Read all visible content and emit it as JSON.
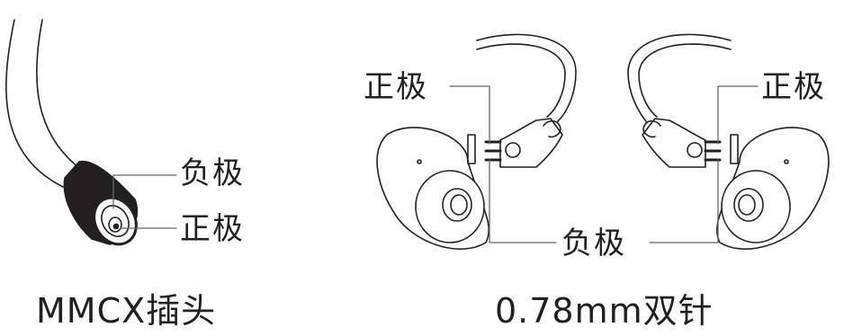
{
  "left_panel": {
    "label_negative": "负极",
    "label_positive": "正极",
    "caption": "MMCX插头"
  },
  "right_panel": {
    "label_positive_left": "正极",
    "label_positive_right": "正极",
    "label_negative": "负极",
    "caption": "0.78mm双针"
  },
  "colors": {
    "line": "#231f20",
    "leader": "#666666",
    "background": "#ffffff"
  }
}
